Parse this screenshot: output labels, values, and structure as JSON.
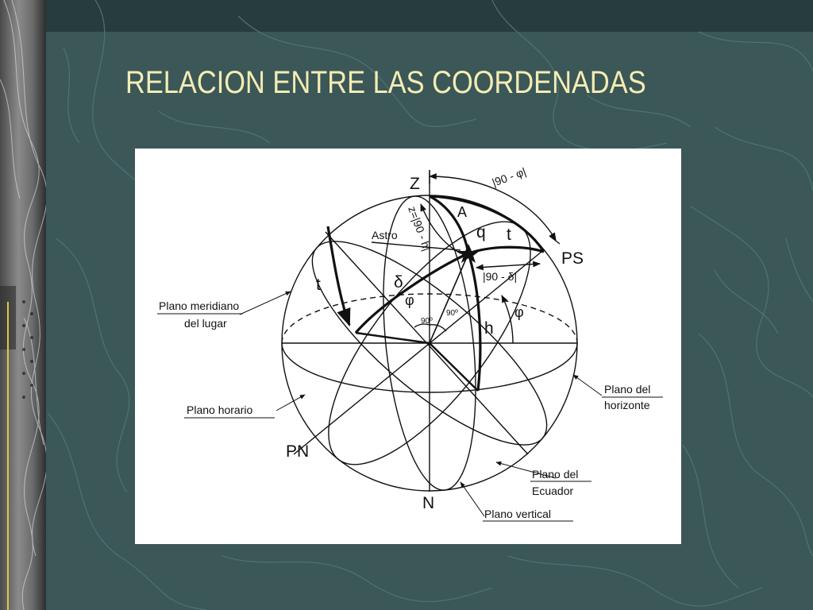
{
  "slide": {
    "title": "RELACION ENTRE LAS COORDENADAS"
  },
  "colors": {
    "background": "#3b5757",
    "title": "#f4ecb4",
    "contour_lines": "#4f7574",
    "panel": "#ffffff",
    "ink": "#111111"
  },
  "diagram": {
    "labels": {
      "zenith": "Z",
      "nadir": "N",
      "south_pole": "PS",
      "north_pole": "PN",
      "astro": "Astro",
      "azimuth": "A",
      "parallactic": "q",
      "hour_angle_top": "t",
      "hour_angle_left": "t",
      "declination": "δ",
      "latitude_center": "φ",
      "latitude_right": "φ",
      "altitude": "h",
      "zenith_distance": "z=|90 - h|",
      "colatitude": "|90 - φ|",
      "codeclination": "|90 - δ|",
      "right_angle_1": "90º",
      "right_angle_2": "90º",
      "meridian_plane_line1": "Plano meridiano",
      "meridian_plane_line2": "del lugar",
      "hour_plane": "Plano horario",
      "horizon_plane_line1": "Plano del",
      "horizon_plane_line2": "horizonte",
      "equator_plane_line1": "Plano del",
      "equator_plane_line2": "Ecuador",
      "vertical_plane": "Plano vertical"
    }
  }
}
